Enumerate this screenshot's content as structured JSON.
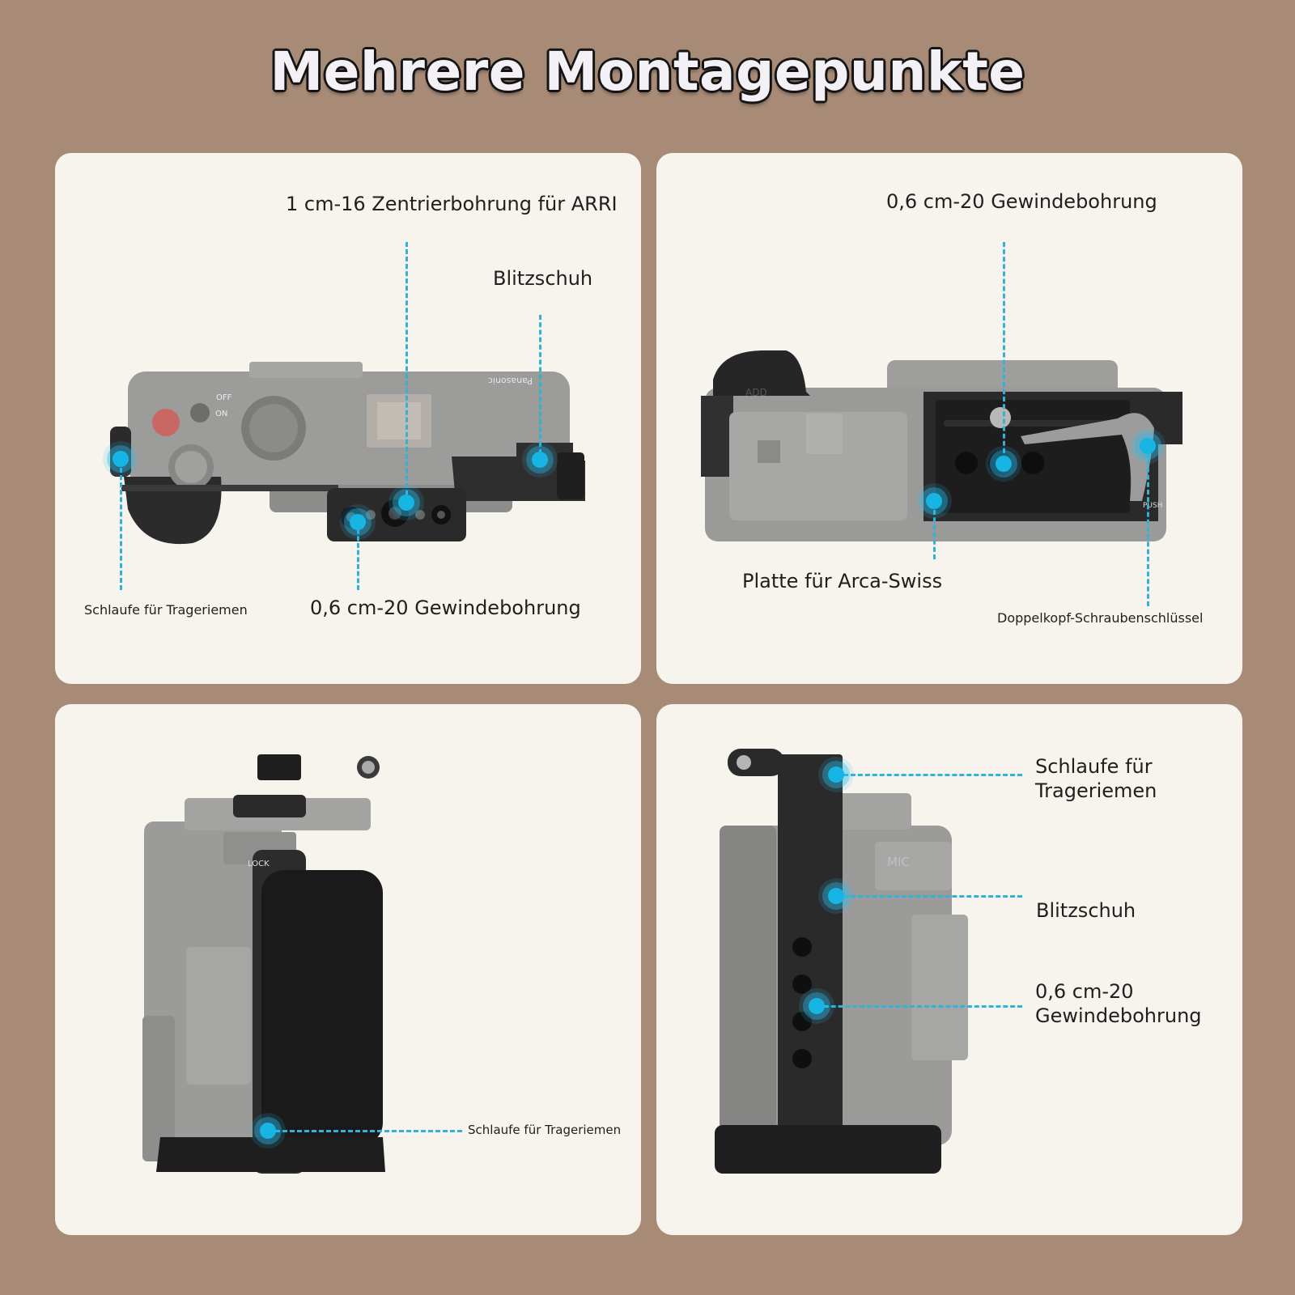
{
  "title": "Mehrere Montagepunkte",
  "colors": {
    "background": "#a88b77",
    "panel": "#f7f4ee",
    "accent": "#16b5e3"
  },
  "panels": [
    {
      "view": "top",
      "labels": [
        "1 cm-16 Zentrierbohrung für ARRI",
        "Blitzschuh",
        "Schlaufe für Trageriemen",
        "0,6 cm-20 Gewindebohrung"
      ],
      "camera_text": {
        "brand": "Panasonic",
        "off": "OFF",
        "on": "ON"
      }
    },
    {
      "view": "bottom",
      "labels": [
        "0,6 cm-20 Gewindebohrung",
        "Platte für Arca-Swiss",
        "Doppelkopf-Schraubenschlüssel"
      ],
      "camera_text": {
        "add": "ADD",
        "push": "PUSH"
      }
    },
    {
      "view": "grip-side",
      "labels": [
        "Schlaufe für Trageriemen"
      ],
      "camera_text": {
        "lock": "LOCK"
      }
    },
    {
      "view": "left-side",
      "labels": [
        "Schlaufe für Trageriemen",
        "Blitzschuh",
        "0,6 cm-20 Gewindebohrung"
      ],
      "camera_text": {
        "mic": "MIC"
      }
    }
  ]
}
